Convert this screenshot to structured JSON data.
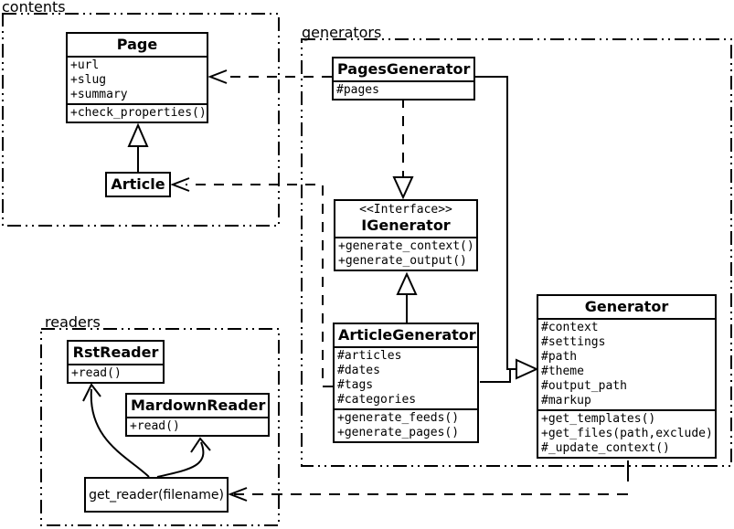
{
  "packages": {
    "contents": {
      "label": "contents"
    },
    "generators": {
      "label": "generators"
    },
    "readers": {
      "label": "readers"
    }
  },
  "classes": {
    "page": {
      "title": "Page",
      "attributes": [
        "+url",
        "+slug",
        "+summary"
      ],
      "methods": [
        "+check_properties()"
      ]
    },
    "article": {
      "title": "Article"
    },
    "pages_generator": {
      "title": "PagesGenerator",
      "attributes": [
        "#pages"
      ]
    },
    "igenerator": {
      "stereotype": "<<Interface>>",
      "title": "IGenerator",
      "methods": [
        "+generate_context()",
        "+generate_output()"
      ]
    },
    "article_generator": {
      "title": "ArticleGenerator",
      "attributes": [
        "#articles",
        "#dates",
        "#tags",
        "#categories"
      ],
      "methods": [
        "+generate_feeds()",
        "+generate_pages()"
      ]
    },
    "generator": {
      "title": "Generator",
      "attributes": [
        "#context",
        "#settings",
        "#path",
        "#theme",
        "#output_path",
        "#markup"
      ],
      "methods": [
        "+get_templates()",
        "+get_files(path,exclude)",
        "#_update_context()"
      ]
    },
    "rst_reader": {
      "title": "RstReader",
      "methods": [
        "+read()"
      ]
    },
    "mardown_reader": {
      "title": "MardownReader",
      "methods": [
        "+read()"
      ]
    },
    "get_reader": {
      "label": "get_reader(filename)"
    }
  },
  "colors": {
    "line": "#000000",
    "background": "#ffffff",
    "text": "#000000"
  }
}
